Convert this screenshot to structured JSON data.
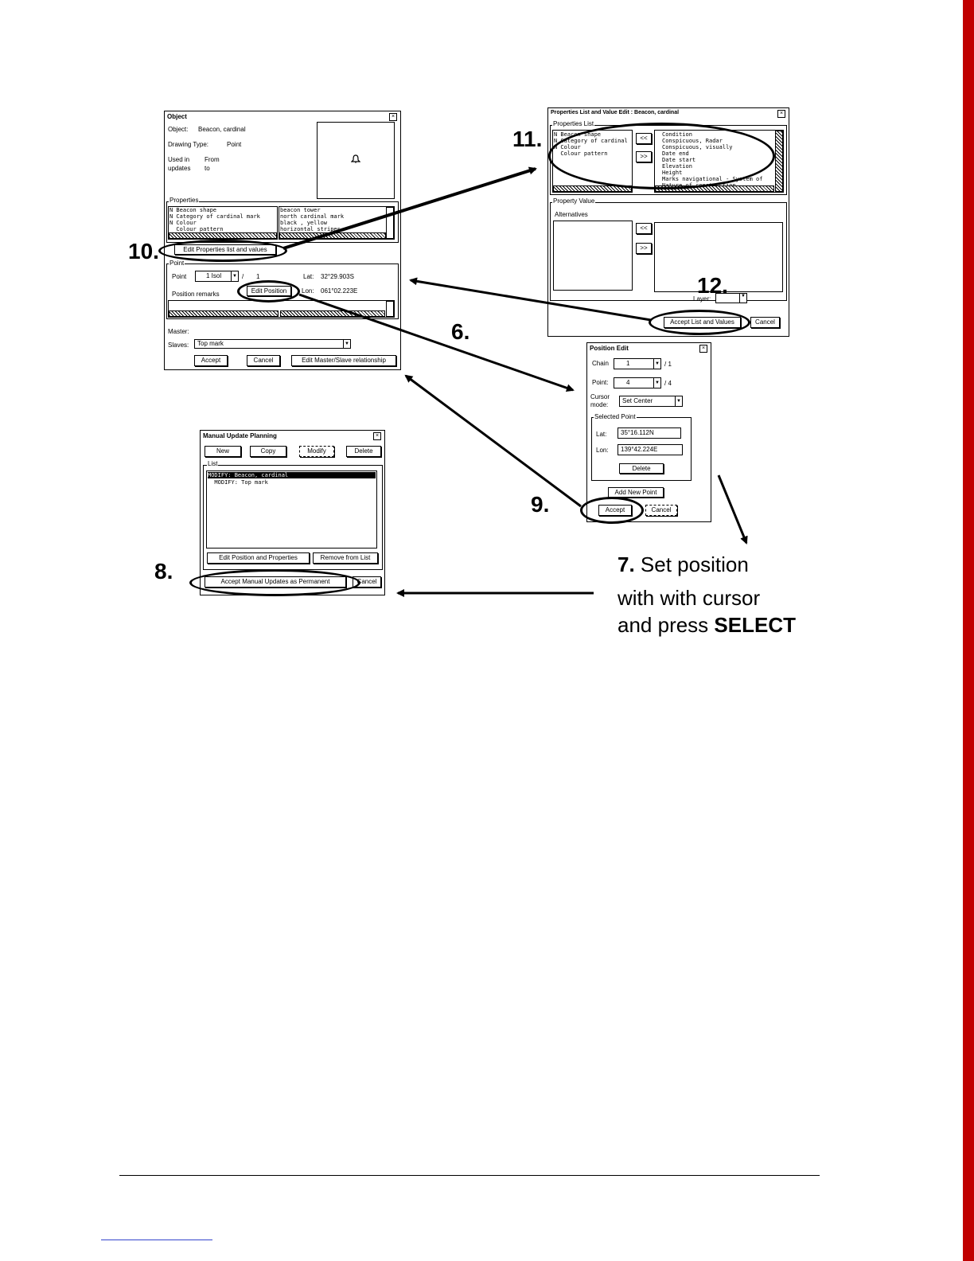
{
  "object_dialog": {
    "title": "Object",
    "object_label": "Object:",
    "object_value": "Beacon, cardinal",
    "drawing_label": "Drawing Type:",
    "drawing_value": "Point",
    "used_in": "Used in",
    "updates": "updates",
    "from": "From",
    "to": "to",
    "bell_icon": "bell-icon",
    "properties_label": "Properties",
    "prop_names": [
      "N Beacon shape",
      "N Category of cardinal mark",
      "N Colour",
      "  Colour pattern"
    ],
    "prop_values": [
      "beacon tower",
      "north cardinal mark",
      "black , yellow",
      "horizontal stripes"
    ],
    "edit_props_btn": "Edit Properties list and values",
    "point_group_label": "Point",
    "point_label": "Point",
    "point_value": "1 Isol",
    "point_total": "1",
    "lat_label": "Lat:",
    "lat_value": "32°29.903S",
    "lon_label": "Lon:",
    "lon_value": "061°02.223E",
    "edit_position_btn": "Edit Position",
    "position_remarks_label": "Position remarks",
    "master_label": "Master:",
    "slaves_label": "Slaves:",
    "slaves_value": "Top mark",
    "accept_btn": "Accept",
    "cancel_btn": "Cancel",
    "master_slave_btn": "Edit Master/Slave relationship"
  },
  "plv_dialog": {
    "title": "Properties List and Value Edit : Beacon, cardinal",
    "properties_list_label": "Properties List",
    "left_items": [
      "N Beacon shape",
      "N Category of cardinal",
      "N Colour",
      "  Colour pattern"
    ],
    "right_items": [
      "Condition",
      "Conspicuous, Radar",
      "Conspicuous, visually",
      "Date end",
      "Date start",
      "Elevation",
      "Height",
      "Marks navigational - System of",
      "Nature of construction"
    ],
    "move_left": "<<",
    "move_right": ">>",
    "property_value_label": "Property Value",
    "alternatives_label": "Alternatives",
    "layer_label": "Layer:",
    "accept_btn": "Accept List and Values",
    "cancel_btn": "Cancel"
  },
  "position_dialog": {
    "title": "Position Edit",
    "chain_label": "Chain",
    "chain_value": "1",
    "chain_total": "1",
    "point_label": "Point:",
    "point_value": "4",
    "point_total": "4",
    "cursor_label_1": "Cursor",
    "cursor_label_2": "mode:",
    "cursor_value": "Set Center",
    "selected_point_label": "Selected Point",
    "lat_label": "Lat:",
    "lat_value": "35°16.112N",
    "lon_label": "Lon:",
    "lon_value": "139°42.224E",
    "delete_btn": "Delete",
    "add_point_btn": "Add New Point",
    "accept_btn": "Accept",
    "cancel_btn": "Cancel"
  },
  "manual_dialog": {
    "title": "Manual Update Planning",
    "new_btn": "New",
    "copy_btn": "Copy",
    "modify_btn": "Modify",
    "delete_btn": "Delete",
    "list_label": "List",
    "list_items": [
      "MODIFY: Beacon, cardinal",
      "  MODIFY: Top mark"
    ],
    "edit_btn": "Edit Position and Properties",
    "remove_btn": "Remove from List",
    "accept_btn": "Accept Manual Updates as Permanent",
    "cancel_btn": "Cancel"
  },
  "steps": {
    "s6": "6.",
    "s7": "7.",
    "s8": "8.",
    "s9": "9.",
    "s10": "10.",
    "s11": "11.",
    "s12": "12.",
    "note_line1": "Set position",
    "note_line2": "with with cursor",
    "note_line3_pre": "and press ",
    "note_line3_bold": "SELECT"
  },
  "colors": {
    "page_edge_bar": "#c00000",
    "footer_link": "#3344cc"
  }
}
